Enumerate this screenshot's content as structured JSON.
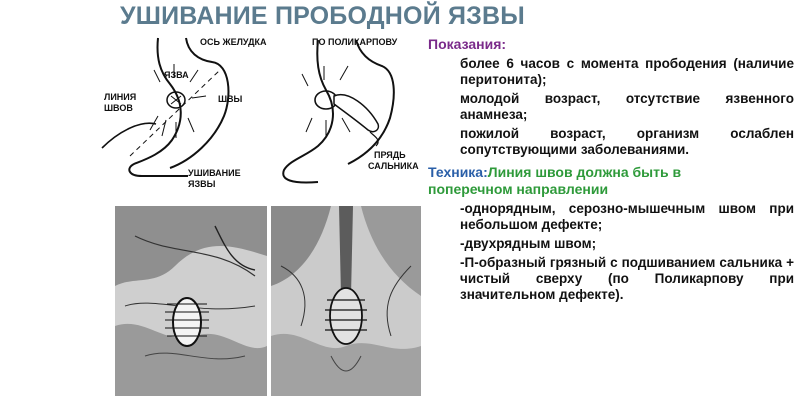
{
  "title": "УШИВАНИЕ ПРОБОДНОЙ ЯЗВЫ",
  "figure1": {
    "labels": {
      "stomach_axis": "ОСЬ ЖЕЛУДКА",
      "ulcer": "ЯЗВА",
      "sutures": "ШВЫ",
      "suture_line_1": "ЛИНИЯ",
      "suture_line_2": "ШВОВ",
      "suturing_1": "УШИВАНИЕ",
      "suturing_2": "ЯЗВЫ"
    }
  },
  "figure2": {
    "labels": {
      "by_polikarpov": "ПО ПОЛИКАРПОВУ",
      "omentum_1": "ПРЯДЬ",
      "omentum_2": "САЛЬНИКА"
    }
  },
  "indications": {
    "heading": "Показания:",
    "items": [
      "более 6 часов с момента прободения (наличие перитонита);",
      "молодой возраст, отсутствие язвенного анамнеза;",
      "пожилой возраст, организм ослаблен сопутствующими заболеваниями."
    ]
  },
  "technique": {
    "label": "Техника:",
    "text_line1": "Линия швов должна быть в",
    "text_line2": "поперечном направлении",
    "items": [
      "-однорядным, серозно-мышечным швом при небольшом дефекте;",
      "-двухрядным швом;",
      "-П-образный грязный с подшиванием сальника + чистый сверху (по Поликарпову при значительном дефекте)."
    ]
  }
}
